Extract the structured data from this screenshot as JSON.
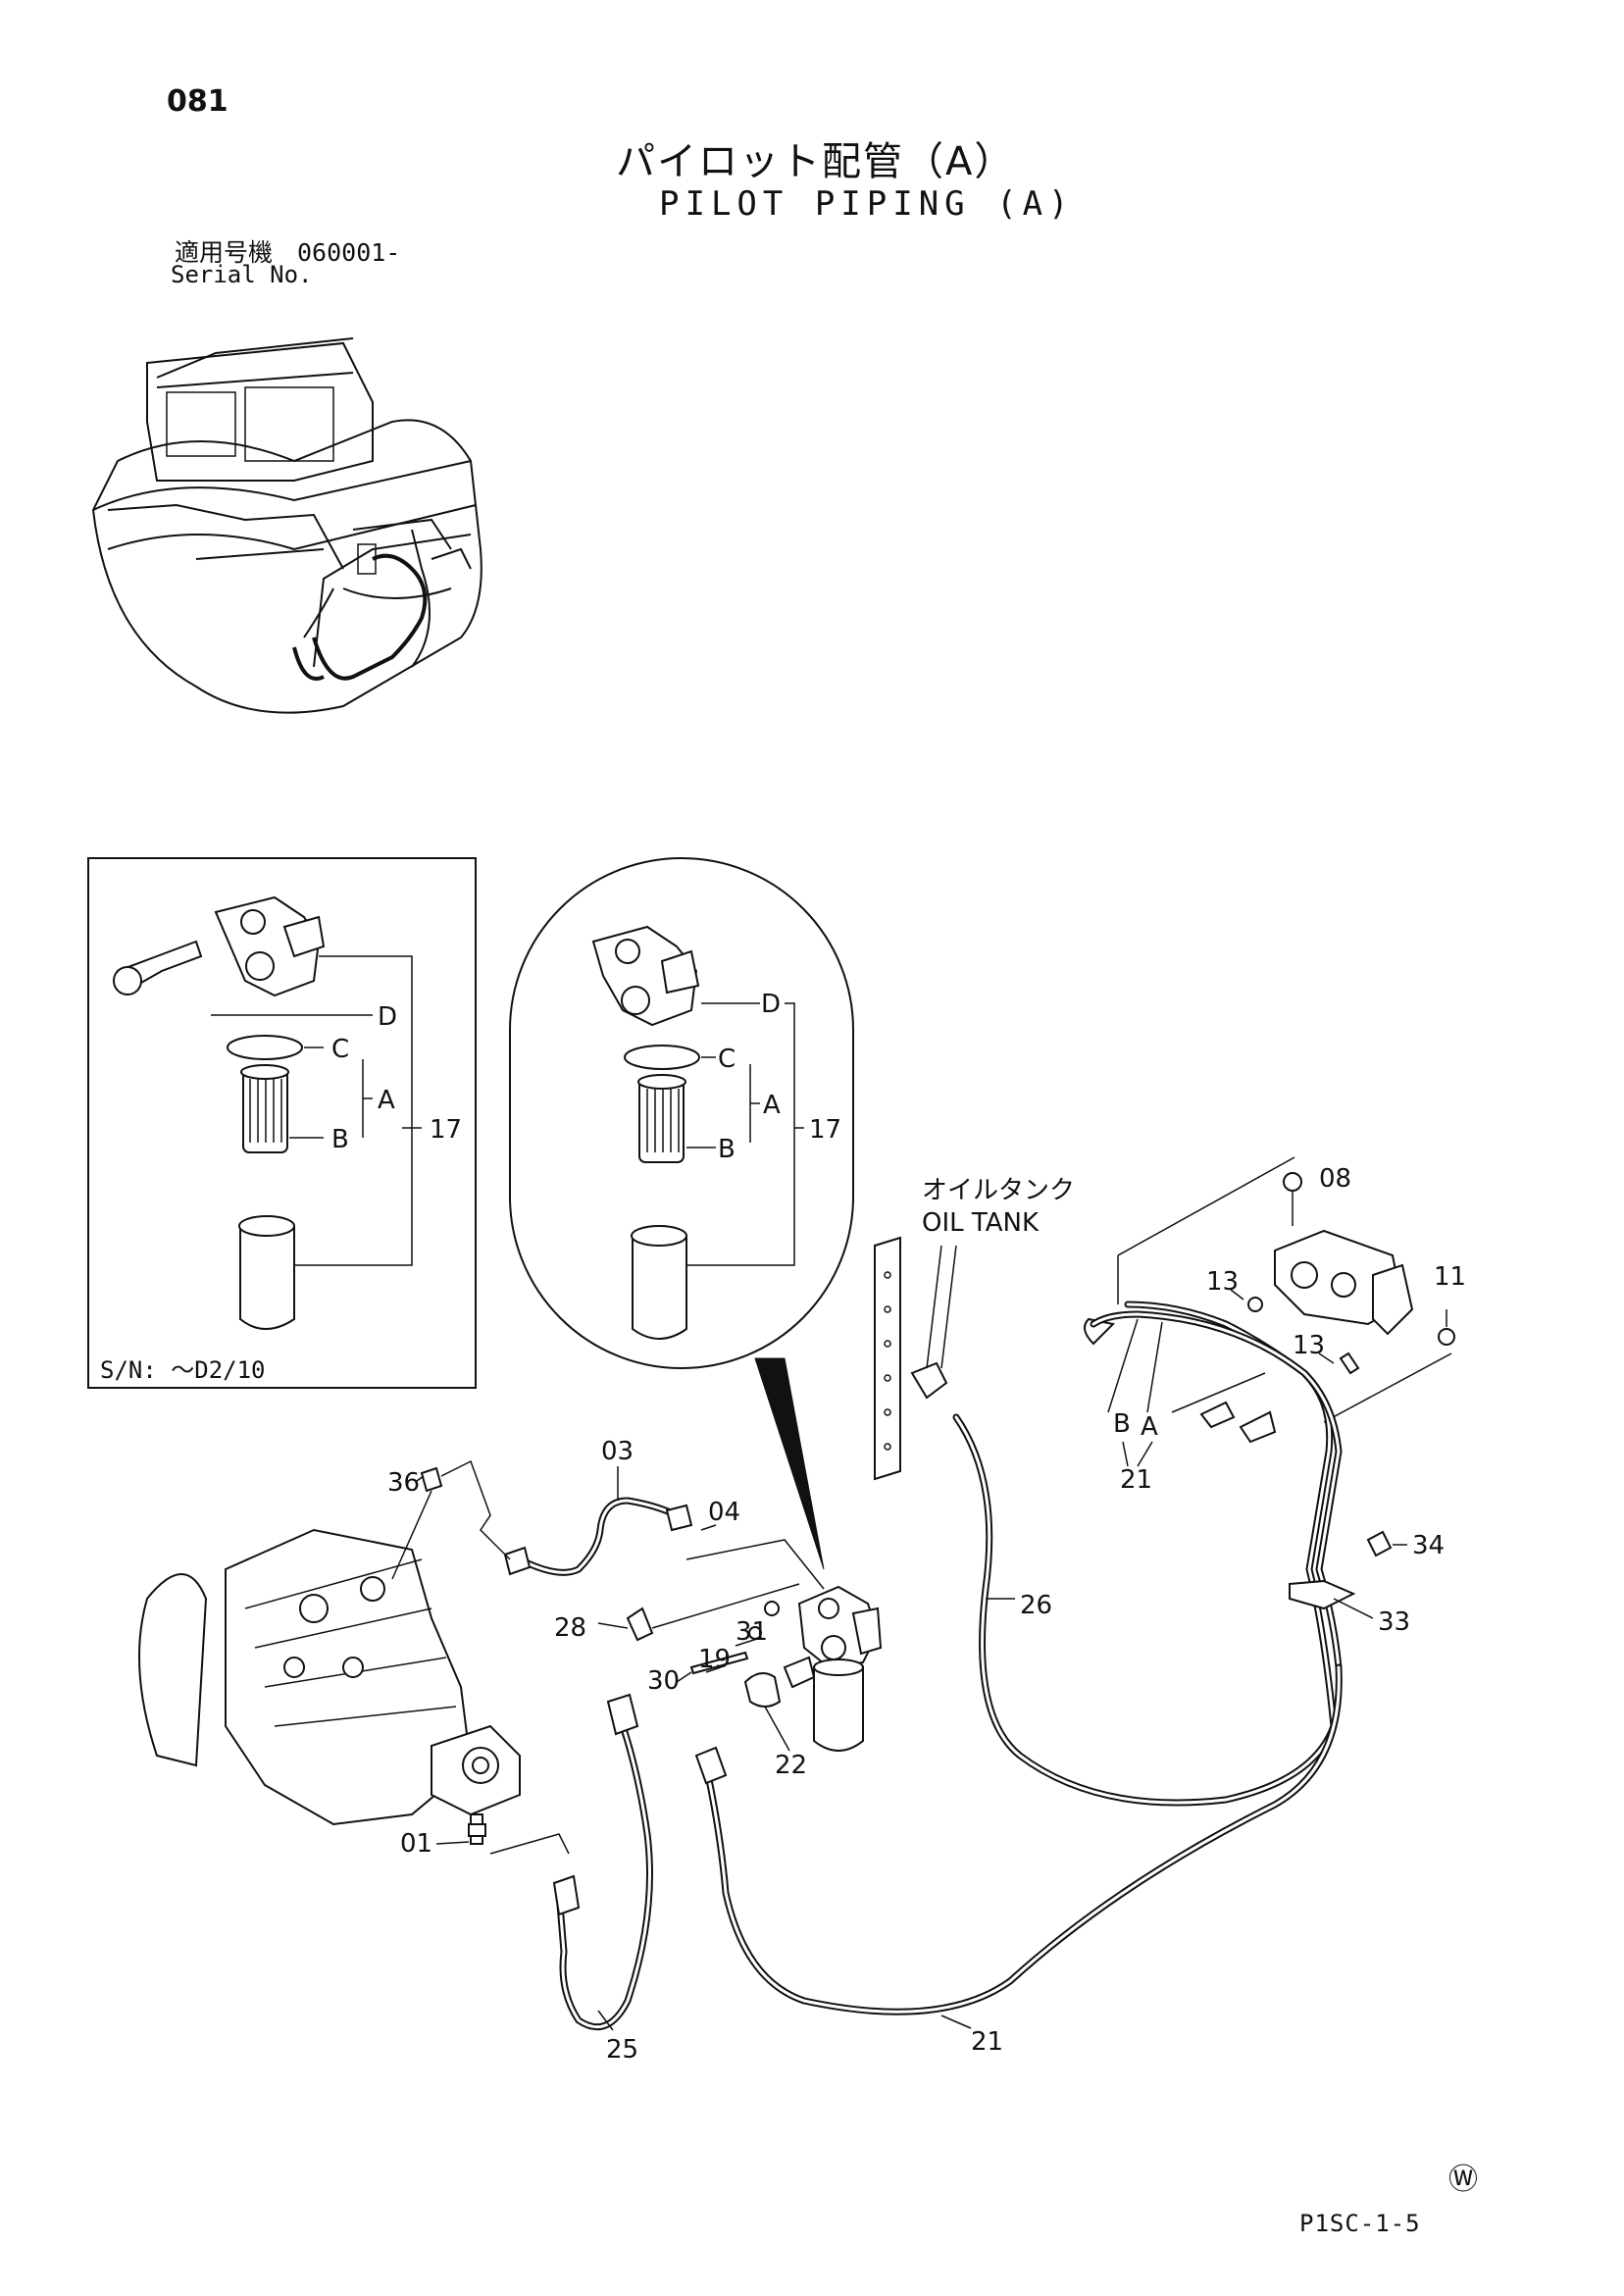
{
  "page_number": "081",
  "title_jp": "パイロット配管（A）",
  "title_en": "PILOT PIPING (A)",
  "serial_jp": "適用号機　060001-",
  "serial_en": "Serial No.",
  "inset_serial": "S/N: ～D2/10",
  "oil_tank_jp": "オイルタンク",
  "oil_tank_en": "OIL TANK",
  "page_code": "P1SC-1-5",
  "mark": "Ⓦ",
  "callouts": {
    "c01": "01",
    "c03": "03",
    "c04": "04",
    "c08": "08",
    "c11": "11",
    "c13a": "13",
    "c13b": "13",
    "c17a": "17",
    "c17b": "17",
    "c19": "19",
    "c21a": "21",
    "c21b": "21",
    "c22": "22",
    "c25": "25",
    "c26": "26",
    "c28": "28",
    "c30": "30",
    "c31": "31",
    "c33": "33",
    "c34": "34",
    "c36": "36",
    "a1": "A",
    "b1": "B",
    "c1": "C",
    "d1": "D",
    "a2": "A",
    "b2": "B",
    "c2": "C",
    "d2": "D",
    "a3": "A",
    "b3": "B"
  }
}
